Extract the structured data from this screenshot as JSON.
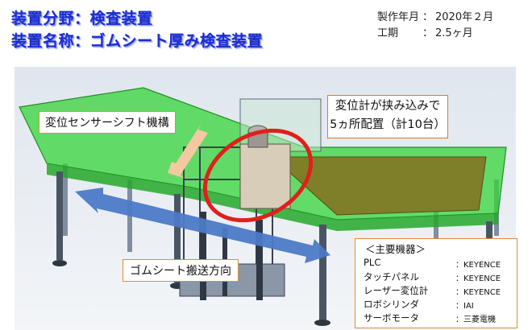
{
  "header": {
    "field_line": "装置分野：検査装置",
    "name_line": "装置名称：ゴムシート厚み検査装置"
  },
  "meta": {
    "production_label": "製作年月",
    "production_value": "2020年２月",
    "period_label": "工期",
    "period_value": "2.5ヶ月"
  },
  "callouts": {
    "sensor_shift": "変位センサーシフト機構",
    "sensor_info_line1": "変位計が挟み込みで",
    "sensor_info_line2": "5ヵ所配置（計10台）",
    "transport_direction": "ゴムシート搬送方向"
  },
  "equipment": {
    "heading": "＜主要機器＞",
    "items": [
      {
        "name": "PLC",
        "value": "：KEYENCE"
      },
      {
        "name": "タッチパネル",
        "value": "：KEYENCE"
      },
      {
        "name": "レーザー変位計",
        "value": "：KEYENCE"
      },
      {
        "name": "ロボシリンダ",
        "value": "：IAI"
      },
      {
        "name": "サーボモータ",
        "value": "：三菱電機"
      }
    ]
  },
  "colors": {
    "title_blue": "#1a2ccf",
    "conveyor_green": "#35d43a",
    "sheet_olive": "#7f7f2a",
    "highlight_red": "#e0201b",
    "callout_orange": "#e08b39",
    "arrow_blue": "#4d79c7",
    "arrow_peach": "#f4c8a0"
  }
}
